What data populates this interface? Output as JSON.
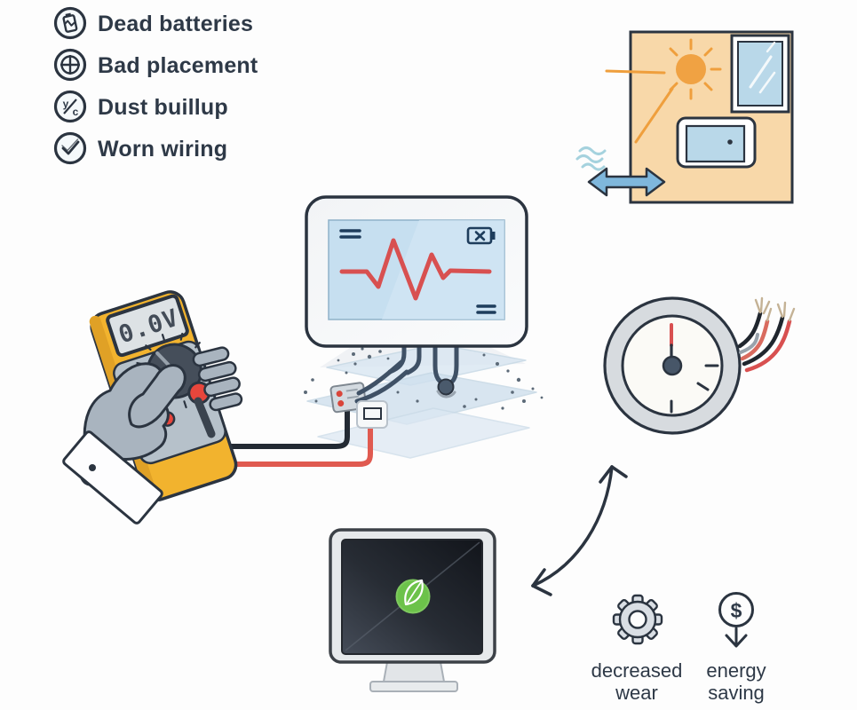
{
  "page": {
    "background": "#fdfdfd"
  },
  "issues": {
    "items": [
      {
        "icon": "dead-battery-icon",
        "label": "Dead batteries"
      },
      {
        "icon": "crosshair-icon",
        "label": "Bad placement"
      },
      {
        "icon": "fraction-icon",
        "label": "Dust buillup",
        "glyph_top": "y",
        "glyph_bottom": "c"
      },
      {
        "icon": "checkmark-icon",
        "label": "Worn wiring"
      }
    ]
  },
  "multimeter": {
    "reading": "0.0V"
  },
  "benefits": [
    {
      "icon": "gear-icon",
      "lines": [
        "decreased",
        "wear"
      ]
    },
    {
      "icon": "dollar-arrow-down-icon",
      "symbol": "$",
      "lines": [
        "energy",
        "saving"
      ]
    }
  ],
  "colors": {
    "outline": "#2b3440",
    "text": "#2e3947",
    "wall_orange": "#f8d8a9",
    "sun_orange": "#ef9f3d",
    "glass_blue": "#b9d8e9",
    "airflow_blue": "#7fb7dc",
    "screen_blue": "#c6dff0",
    "pulse_red": "#d85050",
    "meter_yellow": "#f2b32e",
    "hand_gray": "#a9b4bf",
    "board_blue": "#d3e2ef",
    "eco_green": "#6cc24a"
  }
}
